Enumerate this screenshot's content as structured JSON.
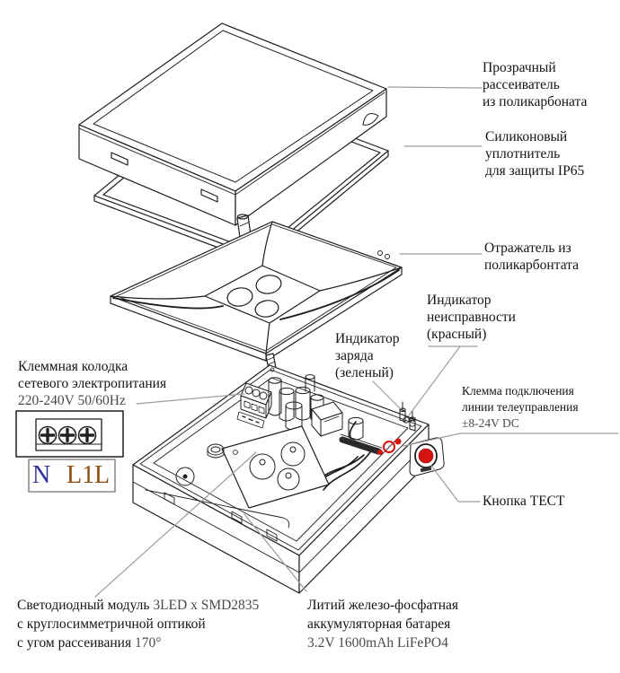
{
  "page": {
    "background": "#ffffff"
  },
  "drawing": {
    "stroke_color": "#1e1e1e",
    "leader_line_color": "#9c9c9c",
    "test_button_color": "#d6130f",
    "connector_accent_color": "#d6130f",
    "spec_text_color": "#4a4a4a"
  },
  "callouts": {
    "diffuser": {
      "lines": [
        "Прозрачный",
        "рассеиватель",
        "из поликарбоната"
      ]
    },
    "gasket": {
      "lines": [
        "Силиконовый",
        "уплотнитель",
        "для защиты IP65"
      ]
    },
    "reflector": {
      "lines": [
        "Отражатель из",
        "поликарбонтата"
      ]
    },
    "fault_indicator": {
      "lines": [
        "Индикатор",
        "неисправности",
        "(красный)"
      ]
    },
    "charge_indicator": {
      "lines": [
        "Индикатор",
        "заряда",
        "(зеленый)"
      ]
    },
    "telecontrol_terminal": {
      "lines": [
        "Клемма подключения",
        "линии телеуправления"
      ],
      "spec": "±8-24V DC"
    },
    "test_button": {
      "text": "Кнопка ТЕСТ"
    },
    "mains_terminal": {
      "lines": [
        "Клеммная колодка",
        "сетевого электропитания"
      ],
      "spec": "220-240V 50/60Hz"
    },
    "led_module": {
      "line1_text": "Светодиодный модуль ",
      "line1_spec": "3LED x SMD2835",
      "line2": "с круглосимметричной оптикой",
      "line3_text": "с угом рассеивания ",
      "line3_spec": "170°"
    },
    "battery": {
      "lines": [
        "Литий железо-фосфатная",
        "аккумуляторная батарея"
      ],
      "spec": "3.2V 1600mAh LiFePO4"
    }
  },
  "wiring_inset": {
    "terminals": [
      {
        "label": "N",
        "color": "#2f2fa0"
      },
      {
        "label": "L1",
        "color": "#8f4c0d"
      },
      {
        "label": "L",
        "color": "#8f4c0d"
      }
    ]
  }
}
